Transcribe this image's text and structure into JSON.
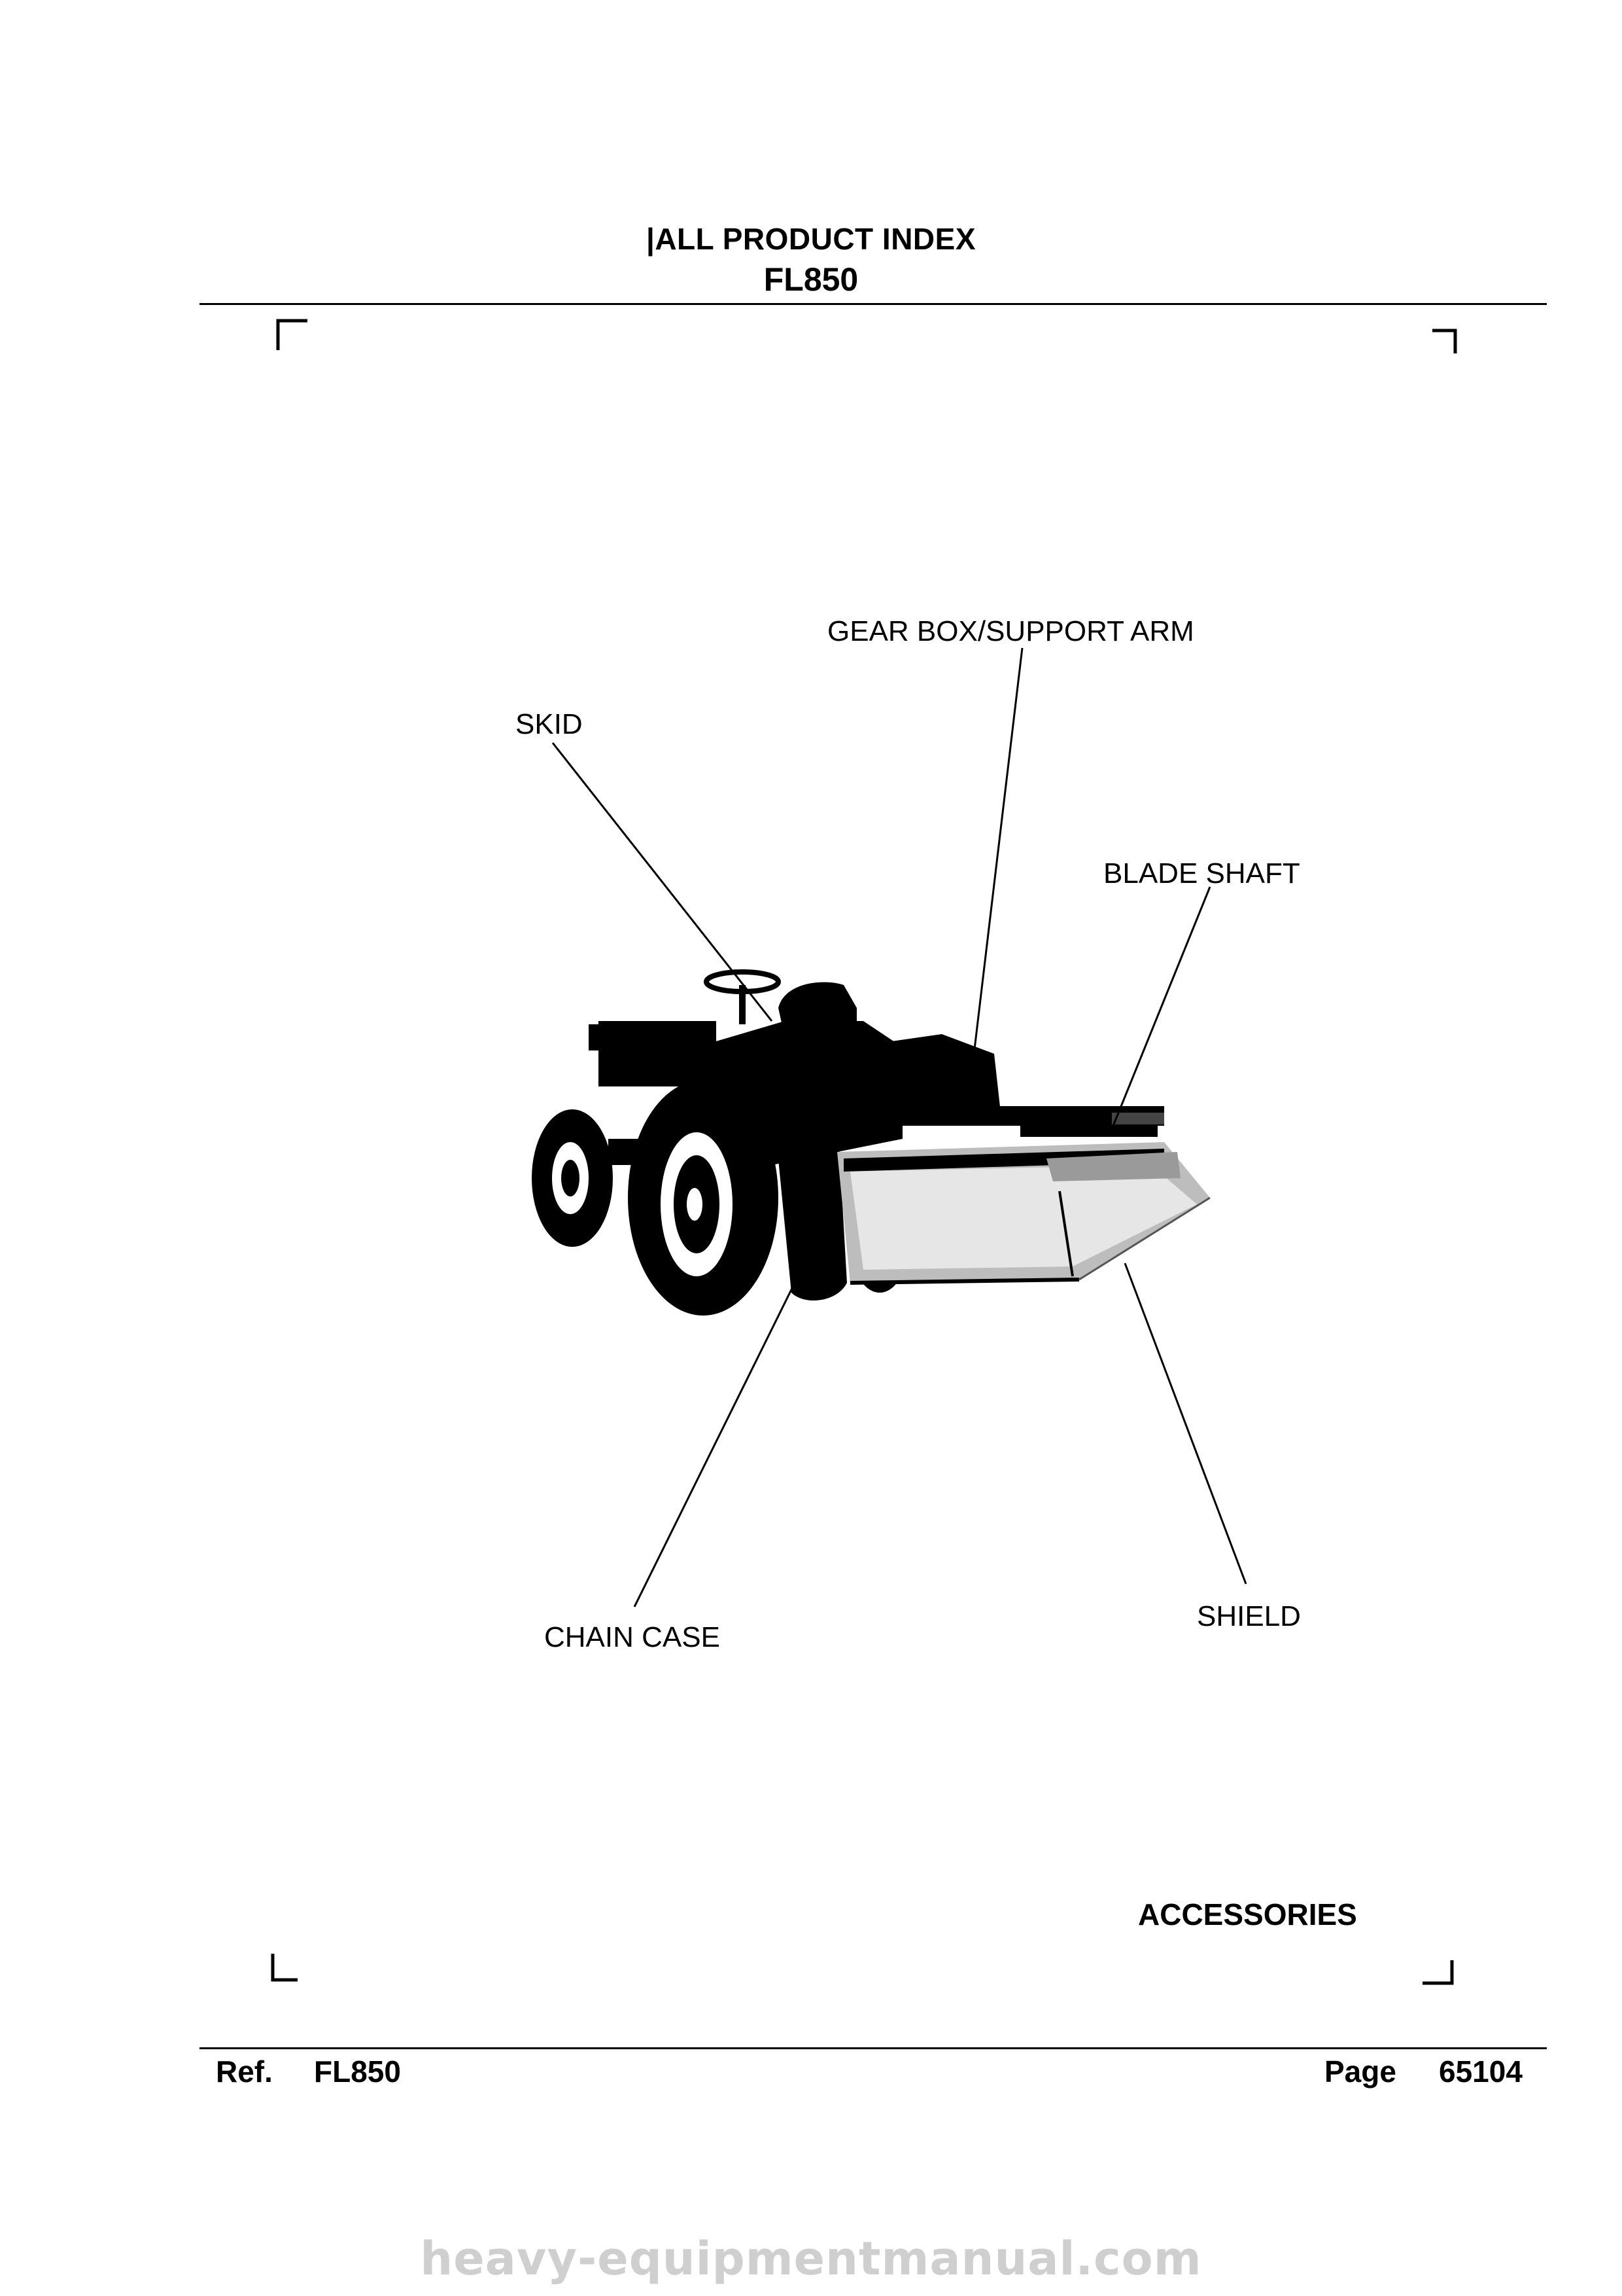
{
  "header": {
    "title": "|ALL PRODUCT INDEX",
    "model": "FL850"
  },
  "diagram": {
    "labels": {
      "gearbox": "GEAR BOX/SUPPORT ARM",
      "skid": "SKID",
      "blade_shaft": "BLADE SHAFT",
      "chain_case": "CHAIN CASE",
      "shield": "SHIELD"
    }
  },
  "section": {
    "name": "ACCESSORIES"
  },
  "footer": {
    "ref_label": "Ref.",
    "ref_value": "FL850",
    "page_label": "Page",
    "page_value": "65104"
  },
  "watermark": {
    "text": "heavy-equipmentmanual.com"
  },
  "colors": {
    "ink": "#000000",
    "watermark": "#cfcfcf"
  }
}
